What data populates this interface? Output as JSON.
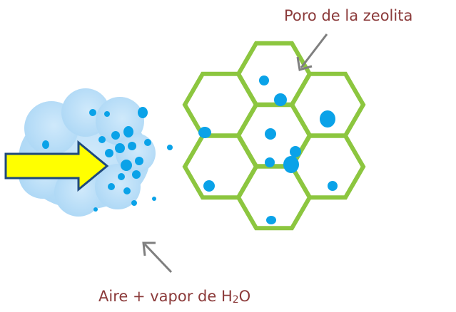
{
  "labels": {
    "pore": "Poro de la zeolita",
    "air_prefix": "Aire  + vapor de H",
    "air_sub": "2",
    "air_suffix": "O"
  },
  "colors": {
    "hex_stroke": "#8cc63f",
    "droplet": "#0aa2e8",
    "cloud_light": "#e4f3fc",
    "cloud_mid": "#b9def7",
    "arrow_fill": "#ffff00",
    "arrow_stroke": "#1f497d",
    "pointer": "#7f7f7f",
    "label": "#8b3a3a"
  },
  "icons": {
    "flow_arrow": "arrow-right-icon",
    "pointer": "arrow-pointer-icon"
  }
}
